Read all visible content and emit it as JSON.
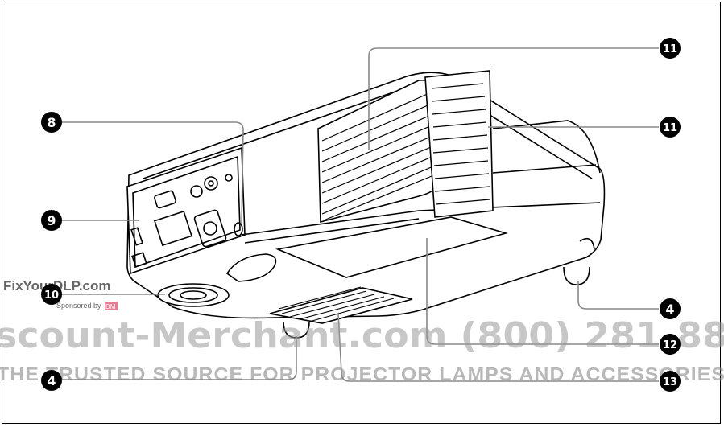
{
  "callouts": [
    {
      "id": "c8",
      "label": "8"
    },
    {
      "id": "c9",
      "label": "9"
    },
    {
      "id": "c10",
      "label": "10"
    },
    {
      "id": "c4a",
      "label": "4"
    },
    {
      "id": "c4b",
      "label": "4"
    },
    {
      "id": "c11a",
      "label": "11"
    },
    {
      "id": "c11b",
      "label": "11"
    },
    {
      "id": "c12",
      "label": "12"
    },
    {
      "id": "c13",
      "label": "13"
    }
  ],
  "watermark": {
    "site": "FixYourDLP.com",
    "sponsor": "Sponsored by",
    "sponsor_logo": "DM",
    "merchant": "scount-Merchant.com (800) 281-88",
    "tagline": "THE TRUSTED SOURCE FOR PROJECTOR LAMPS AND ACCESSORIES"
  }
}
